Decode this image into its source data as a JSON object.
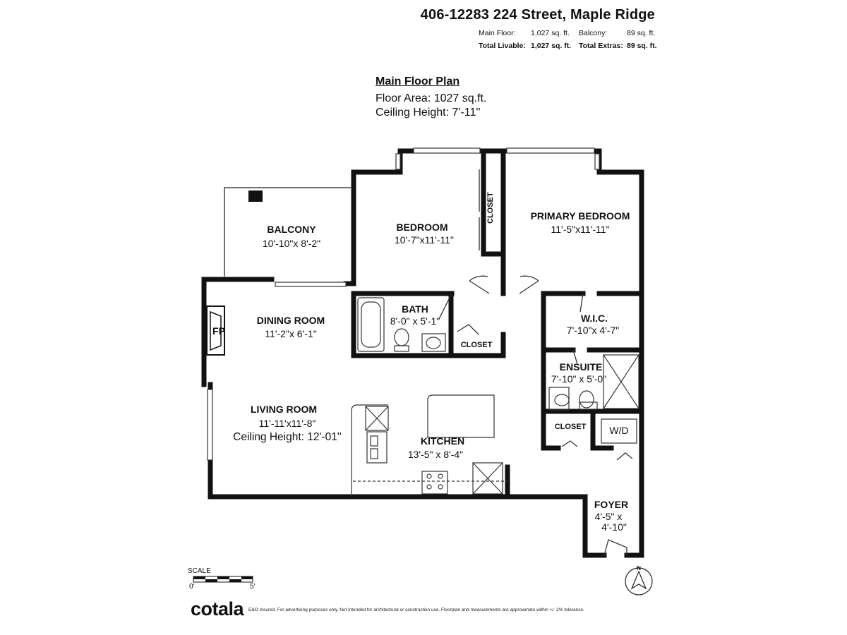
{
  "header": {
    "address": "406-12283 224 Street, Maple Ridge",
    "main_floor_label": "Main Floor:",
    "main_floor_value": "1,027 sq. ft.",
    "balcony_label": "Balcony:",
    "balcony_value": "89 sq. ft.",
    "total_livable_label": "Total Livable:",
    "total_livable_value": "1,027 sq. ft.",
    "total_extras_label": "Total Extras:",
    "total_extras_value": "89 sq. ft."
  },
  "plan": {
    "title": "Main Floor Plan",
    "floor_area": "Floor Area: 1027 sq.ft.",
    "ceiling_height": "Ceiling Height: 7'-11''"
  },
  "rooms": {
    "balcony": {
      "name": "BALCONY",
      "dims": "10'-10\"x 8'-2\""
    },
    "bedroom": {
      "name": "BEDROOM",
      "dims": "10'-7\"x11'-11\""
    },
    "closet_vertical": {
      "name": "CLOSET"
    },
    "primary_bedroom": {
      "name": "PRIMARY BEDROOM",
      "dims": "11'-5\"x11'-11\""
    },
    "dining_room": {
      "name": "DINING ROOM",
      "dims": "11'-2\"x 6'-1\""
    },
    "fireplace": {
      "name": "FP"
    },
    "bath": {
      "name": "BATH",
      "dims": "8'-0\" x 5'-1\""
    },
    "closet_bath": {
      "name": "CLOSET"
    },
    "wic": {
      "name": "W.I.C.",
      "dims": "7'-10\"x 4'-7\""
    },
    "ensuite": {
      "name": "ENSUITE",
      "dims": "7'-10\" x 5'-0\""
    },
    "living_room": {
      "name": "LIVING ROOM",
      "dims": "11'-11'x11'-8\"",
      "ceiling": "Ceiling Height: 12'-01''"
    },
    "kitchen": {
      "name": "KITCHEN",
      "dims": "13'-5\" x 8'-4\""
    },
    "closet_laundry": {
      "name": "CLOSET"
    },
    "washer_dryer": {
      "name": "W/D"
    },
    "foyer": {
      "name": "FOYER",
      "dims_line1": "4'-5\" x",
      "dims_line2": "4'-10\""
    }
  },
  "scale": {
    "label": "SCALE",
    "start": "0'",
    "end": "5'"
  },
  "compass": {
    "label": "N"
  },
  "footer": {
    "logo": "cotala",
    "disclaimer": "E&O Insured. For advertising purposes only. Not intended for architectural or construction use. Floorplan and measurements are approximate within +/- 2% tolerance."
  }
}
